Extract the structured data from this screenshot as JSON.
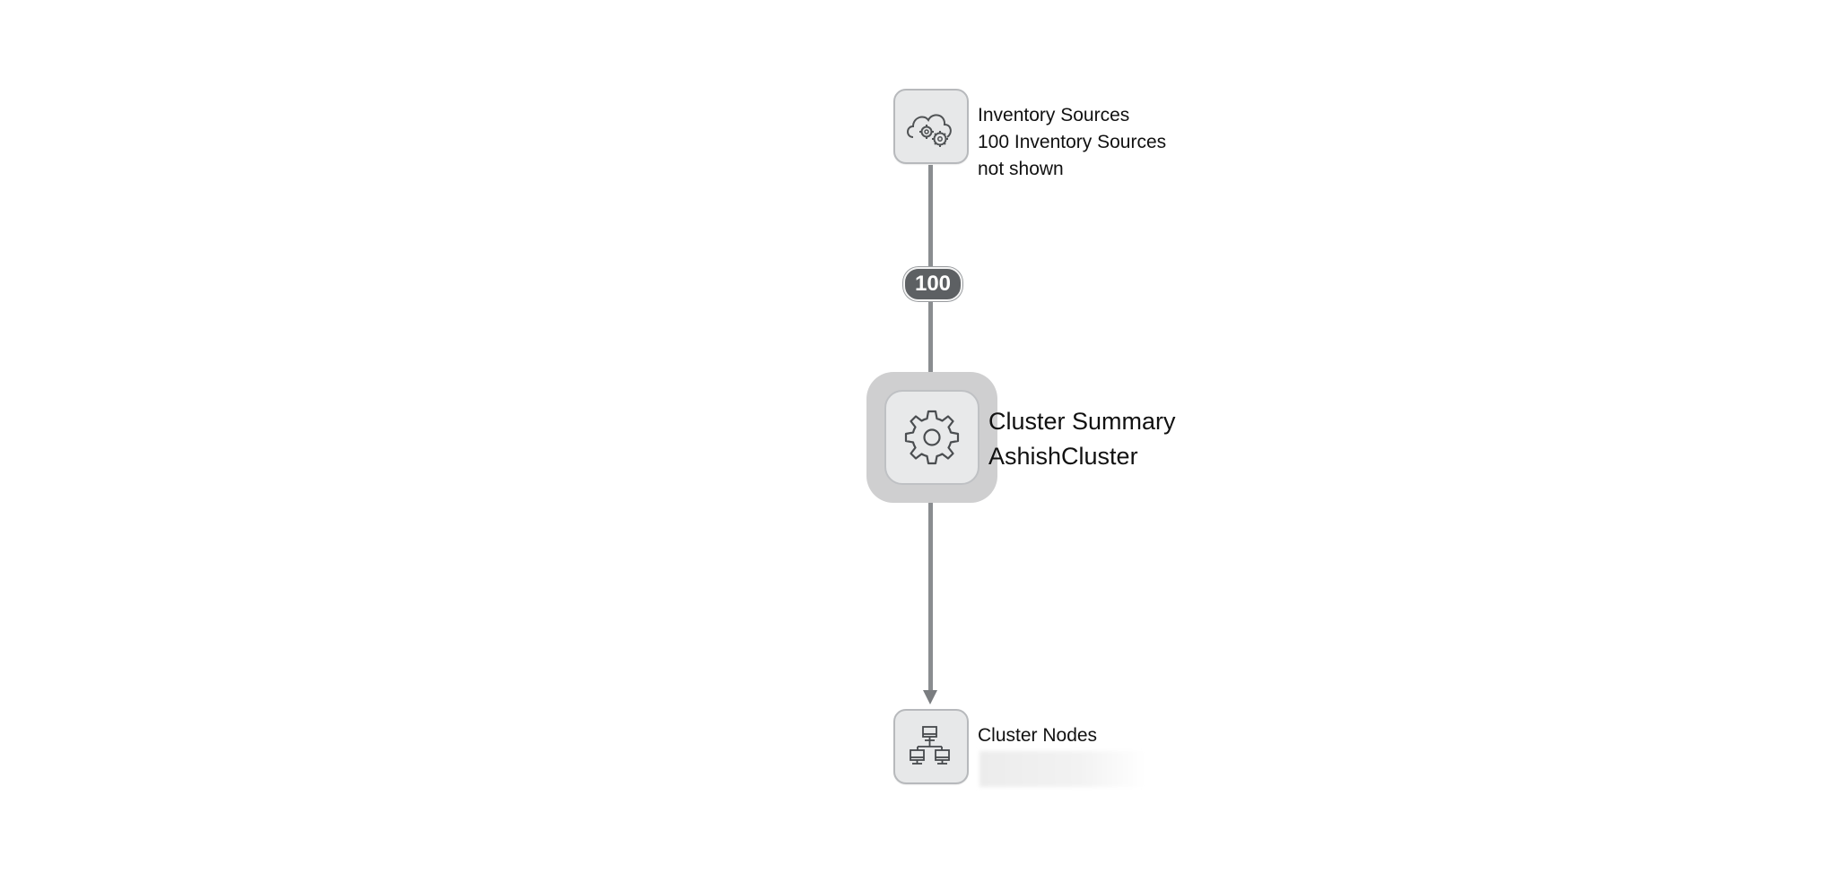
{
  "diagram": {
    "inventory_node": {
      "icon": "cloud-gears-icon",
      "title": "Inventory Sources",
      "line2": "100 Inventory Sources",
      "line3": "not shown"
    },
    "edge_badge": {
      "count": "100"
    },
    "cluster_node": {
      "icon": "gear-icon",
      "title": "Cluster Summary",
      "name": "AshishCluster"
    },
    "nodes_node": {
      "icon": "network-computers-icon",
      "title": "Cluster Nodes"
    }
  }
}
